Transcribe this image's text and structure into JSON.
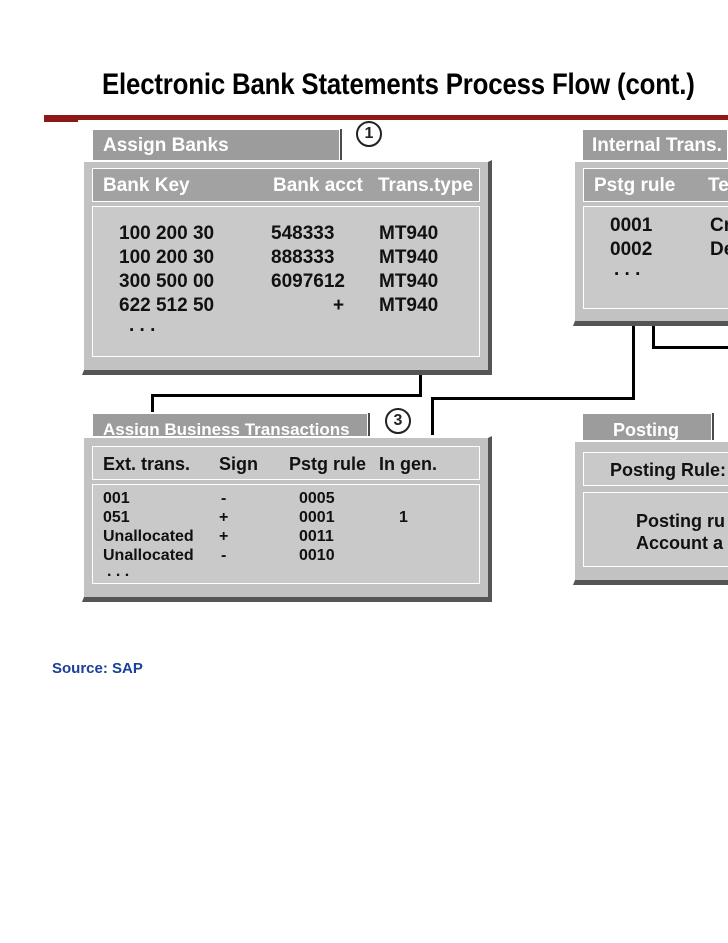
{
  "title": "Electronic Bank Statements Process Flow (cont.)",
  "source": "Source: SAP",
  "assign_banks": {
    "tab": "Assign  Banks",
    "step": "1",
    "headers": [
      "Bank Key",
      "Bank acct",
      "Trans.type"
    ],
    "rows": [
      [
        "100 200 30",
        "548333",
        "MT940"
      ],
      [
        "100 200 30",
        "888333",
        "MT940"
      ],
      [
        "300 500 00",
        "6097612",
        "MT940"
      ],
      [
        "622 512 50",
        "+",
        "MT940"
      ]
    ],
    "more": ". . ."
  },
  "internal_trans": {
    "tab": "Internal Trans.",
    "headers": [
      "Pstg rule",
      "Te"
    ],
    "rows": [
      [
        "0001",
        "Cr"
      ],
      [
        "0002",
        "De"
      ]
    ],
    "more": ". . ."
  },
  "assign_business": {
    "tab": "Assign Business Transactions",
    "step": "3",
    "headers": [
      "Ext. trans.",
      "Sign",
      "Pstg rule",
      "In gen."
    ],
    "rows": [
      [
        "001",
        "-",
        "0005",
        ""
      ],
      [
        "051",
        "+",
        "0001",
        "1"
      ],
      [
        "Unallocated",
        "+",
        "0011",
        ""
      ],
      [
        "Unallocated",
        "-",
        "0010",
        ""
      ]
    ],
    "more": ". . ."
  },
  "posting": {
    "tab": "Posting",
    "header": "Posting Rule:",
    "lines": [
      "Posting ru",
      "Account a"
    ]
  }
}
